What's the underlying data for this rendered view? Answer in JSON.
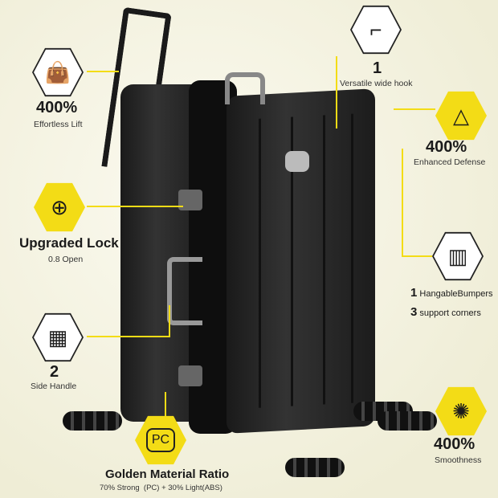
{
  "features": {
    "lift": {
      "value": "400%",
      "label": "Effortless Lift",
      "icon": "lift-bag-icon"
    },
    "hook": {
      "value": "1",
      "label": "Versatile wide hook",
      "icon": "hook-icon"
    },
    "defense": {
      "value": "400%",
      "label": "Enhanced Defense",
      "icon": "triangle-shield-icon"
    },
    "lock": {
      "title": "Upgraded Lock",
      "label": "0.8 Open",
      "icon": "lock-icon"
    },
    "bumpers": {
      "n1": "1",
      "label1": "HangableBumpers",
      "n2": "3",
      "label2": "support corners",
      "icon": "bumper-icon"
    },
    "handle": {
      "value": "2",
      "label": "Side Handle",
      "icon": "side-handle-icon"
    },
    "wheels": {
      "value": "400%",
      "label": "Smoothness",
      "icon": "wheel-icon"
    },
    "material": {
      "badge": "PC",
      "title": "Golden Material Ratio",
      "label": "70% Strong  (PC) + 30% Light(ABS)",
      "icon": "pc-shield-icon"
    }
  },
  "colors": {
    "accent": "#f3dc16",
    "product": "#222222",
    "background": "#f3f1df"
  }
}
